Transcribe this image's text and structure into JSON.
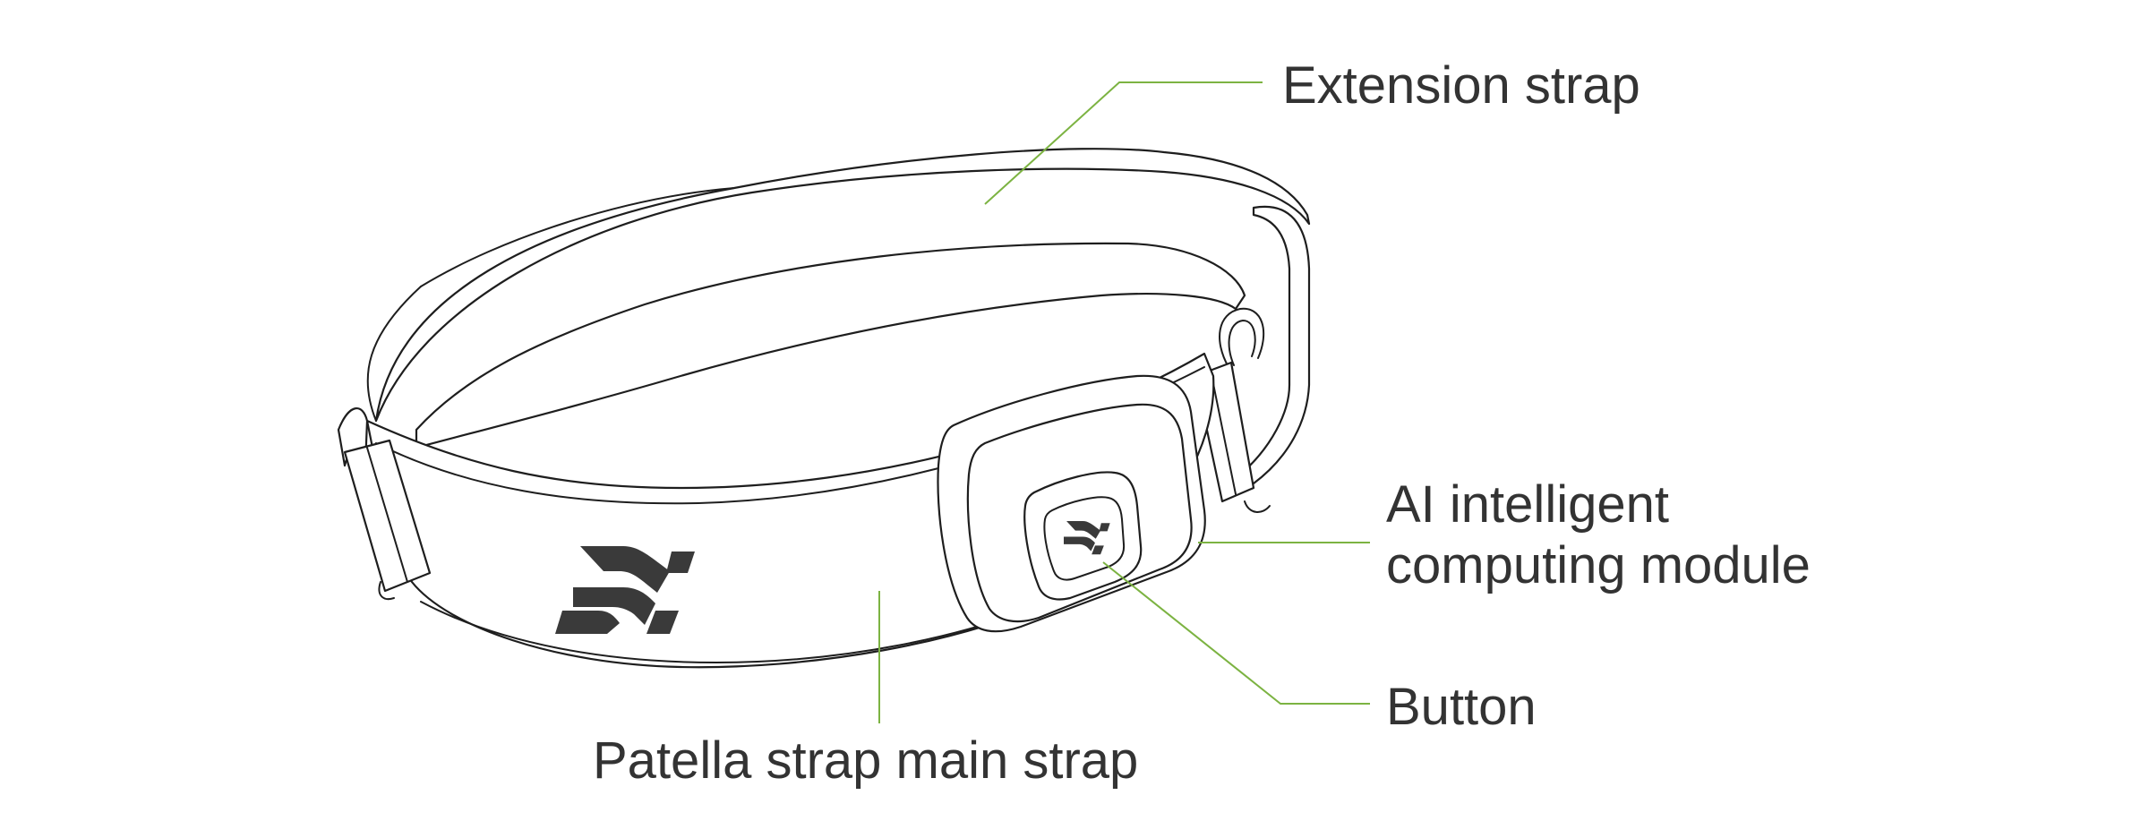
{
  "colors": {
    "leader_line": "#7cb342",
    "outline": "#1e1e1e",
    "text": "#333333",
    "logo": "#3a3a3a",
    "background": "#ffffff"
  },
  "labels": {
    "extension_strap": "Extension strap",
    "ai_module": [
      "AI intelligent",
      "computing module"
    ],
    "button": "Button",
    "main_strap": "Patella strap main strap"
  },
  "icons": {
    "strap_logo": "brand-s-logo-icon",
    "button_logo": "brand-s-logo-icon"
  }
}
